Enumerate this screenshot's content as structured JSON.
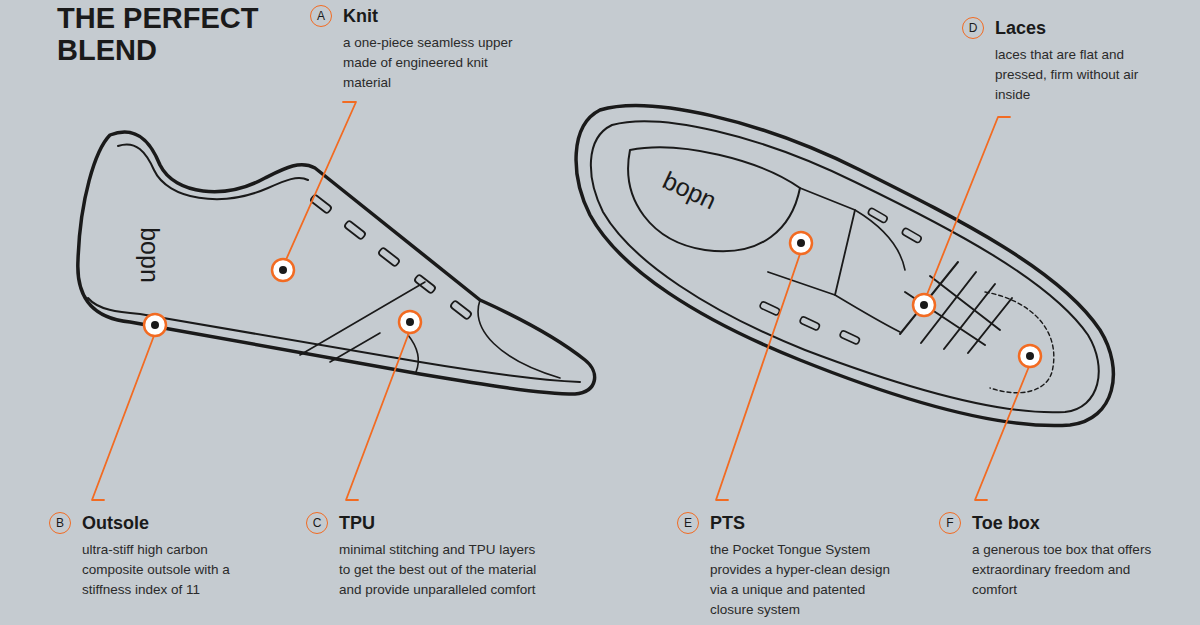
{
  "diagram": {
    "title": "THE PERFECT BLEND",
    "nodes": [
      {
        "text": [
          "A",
          "Knit",
          "a one-piece seamless upper made of engineered knit material"
        ]
      },
      {
        "text": [
          "B",
          "Outsole",
          "ultra-stiff high carbon composite outsole with a stiffness index of 11"
        ]
      },
      {
        "text": [
          "C",
          "TPU",
          "minimal stitching and TPU layers to get the best out of the material and provide unparalleled comfort"
        ]
      },
      {
        "text": [
          "D",
          "Laces",
          "laces that are flat and pressed, firm without air inside"
        ]
      },
      {
        "text": [
          "E",
          "PTS",
          "the Pocket Tongue System provides a hyper-clean design via a unique and patented closure system"
        ]
      },
      {
        "text": [
          "F",
          "Toe box",
          "a generous toe box that offers extraordinary freedom and comfort"
        ]
      }
    ],
    "labels": [
      "bopn",
      "bopn"
    ]
  }
}
